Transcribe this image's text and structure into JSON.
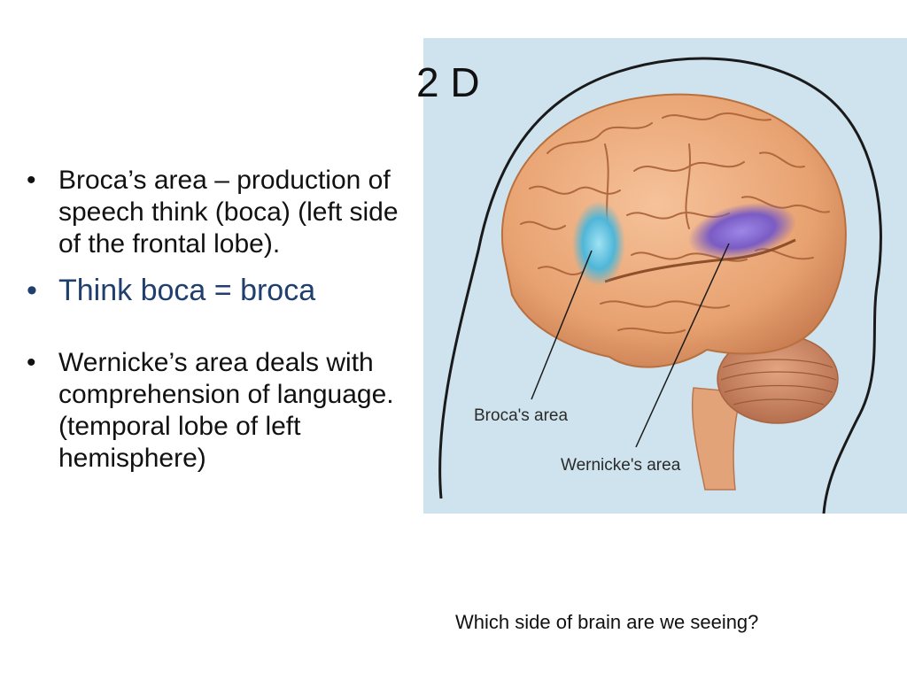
{
  "slide": {
    "title": "2 D",
    "bullets": [
      "Broca’s area – production of speech think (boca) (left side of the frontal lobe).",
      "Think boca = broca",
      "Wernicke’s area deals with comprehension of language. (temporal lobe of left hemisphere)"
    ],
    "bullet_symbol": "•",
    "caption": "Which side of brain are we seeing?"
  },
  "figure": {
    "labels": {
      "broca": "Broca's area",
      "wernicke": "Wernicke's area"
    },
    "colors": {
      "background": "#cfe3ee",
      "brain": "#e8a271",
      "broca_highlight": "#4fb6d8",
      "wernicke_highlight": "#7a5cc4",
      "cerebellum": "#c98462",
      "head_outline": "#1a1a1a"
    }
  }
}
